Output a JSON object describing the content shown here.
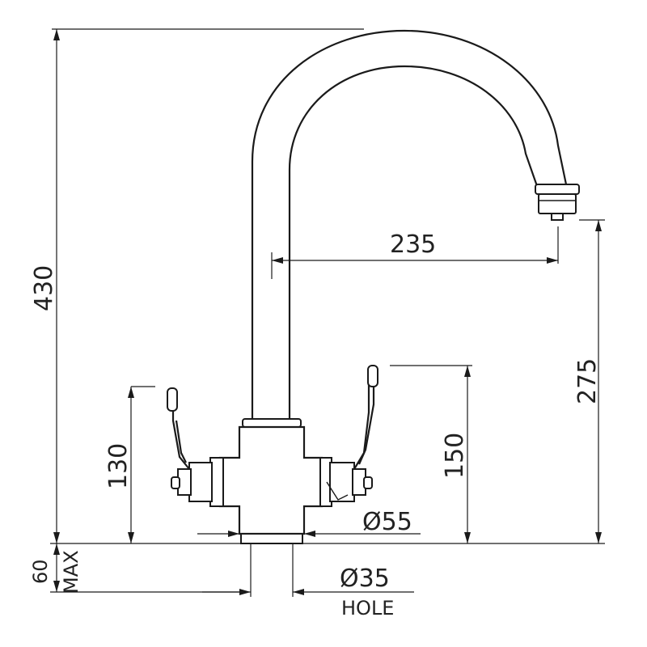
{
  "dimensions": {
    "total_height": "430",
    "spout_reach": "235",
    "spout_height": "275",
    "lever_height_left": "130",
    "lever_height_right": "150",
    "base_diameter": "Ø55",
    "hole_diameter": "Ø35",
    "hole_label": "HOLE",
    "max_deck": "60",
    "max_label": "MAX"
  }
}
